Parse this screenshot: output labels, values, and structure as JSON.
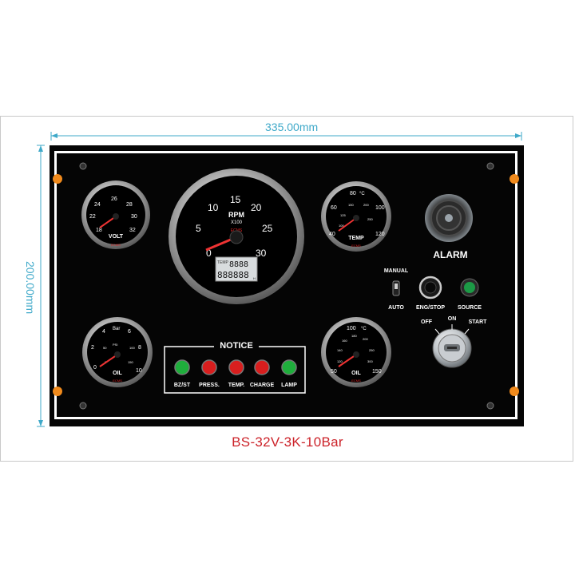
{
  "dimensions": {
    "width": "335.00mm",
    "height": "200.00mm"
  },
  "model": "BS-32V-3K-10Bar",
  "brand": "ECMS",
  "gauges": {
    "volt": {
      "label": "VOLT",
      "ticks": [
        "18",
        "22",
        "24",
        "26",
        "28",
        "30",
        "32"
      ]
    },
    "rpm": {
      "label": "RPM",
      "sublabel": "X100",
      "ticks": [
        "0",
        "5",
        "10",
        "15",
        "20",
        "25",
        "30"
      ],
      "lcd_tag": "TEMP",
      "lcd_top": "8888",
      "lcd_bottom": "888888",
      "lcd_unit": "H"
    },
    "temp": {
      "label": "TEMP",
      "unit": "°C",
      "ticks": [
        "40",
        "60",
        "80",
        "100",
        "120"
      ],
      "inner_ticks": [
        "100",
        "125",
        "150",
        "200",
        "250"
      ]
    },
    "oil_pressure": {
      "label": "OIL",
      "unit": "Bar",
      "inner_unit": "PSI",
      "ticks": [
        "0",
        "2",
        "4",
        "6",
        "8",
        "10"
      ],
      "inner_ticks": [
        "0",
        "50",
        "100",
        "150"
      ]
    },
    "oil_temp": {
      "label": "OIL",
      "unit": "°C",
      "ticks": [
        "50",
        "100",
        "150"
      ],
      "inner_ticks": [
        "120",
        "140",
        "160",
        "180",
        "200",
        "250",
        "300"
      ]
    }
  },
  "alarm": {
    "label": "ALARM"
  },
  "switch": {
    "top": "MANUAL",
    "bottom": "AUTO"
  },
  "buttons": {
    "eng_stop": "ENG/STOP",
    "source": "SOURCE"
  },
  "key_switch": {
    "off": "OFF",
    "on": "ON",
    "start": "START"
  },
  "notice": {
    "title": "NOTICE",
    "lamps": [
      {
        "label": "BZ/ST",
        "color": "#1fae3c"
      },
      {
        "label": "PRESS.",
        "color": "#d81e1e"
      },
      {
        "label": "TEMP.",
        "color": "#d81e1e"
      },
      {
        "label": "CHARGE",
        "color": "#d81e1e"
      },
      {
        "label": "LAMP",
        "color": "#1fae3c"
      }
    ]
  }
}
